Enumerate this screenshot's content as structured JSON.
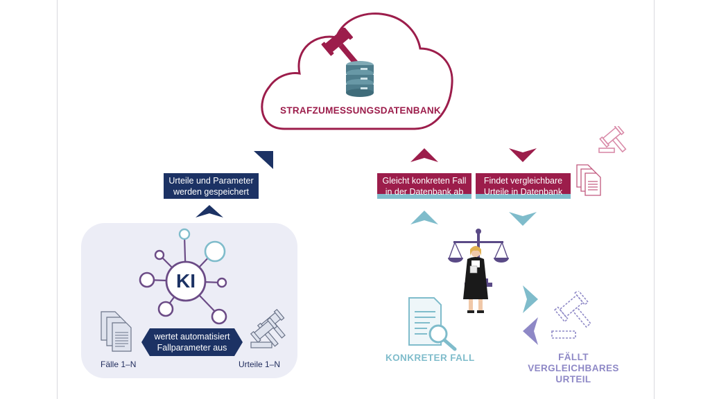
{
  "cloud": {
    "title": "STRAFZUMESSUNGSDATENBANK"
  },
  "labels": {
    "stored": [
      "Urteile und Parameter",
      "werden gespeichert"
    ],
    "compare": [
      "Gleicht konkreten Fall",
      "in der Datenbank ab"
    ],
    "find": [
      "Findet vergleichbare",
      "Urteile in Datenbank"
    ],
    "evaluate": [
      "wertet automatisiert",
      "Fallparameter aus"
    ]
  },
  "ki": {
    "text": "KI"
  },
  "captions": {
    "cases": "Fälle 1–N",
    "verdicts": "Urteile 1–N",
    "concrete_case": "KONKRETER FALL",
    "comparable_verdict": [
      "FÄLLT",
      "VERGLEICHBARES",
      "URTEIL"
    ]
  },
  "colors": {
    "navy": "#1c3264",
    "bordeaux": "#9c1d4b",
    "light_blue": "#7fbccb",
    "purple": "#8e88c6",
    "ki_purple": "#6b4b86",
    "panel_bg": "#ecedf6"
  },
  "icons": [
    "gavel-icon",
    "database-icon",
    "documents-icon",
    "search-document-icon",
    "scales-icon",
    "judge-figure-icon"
  ]
}
